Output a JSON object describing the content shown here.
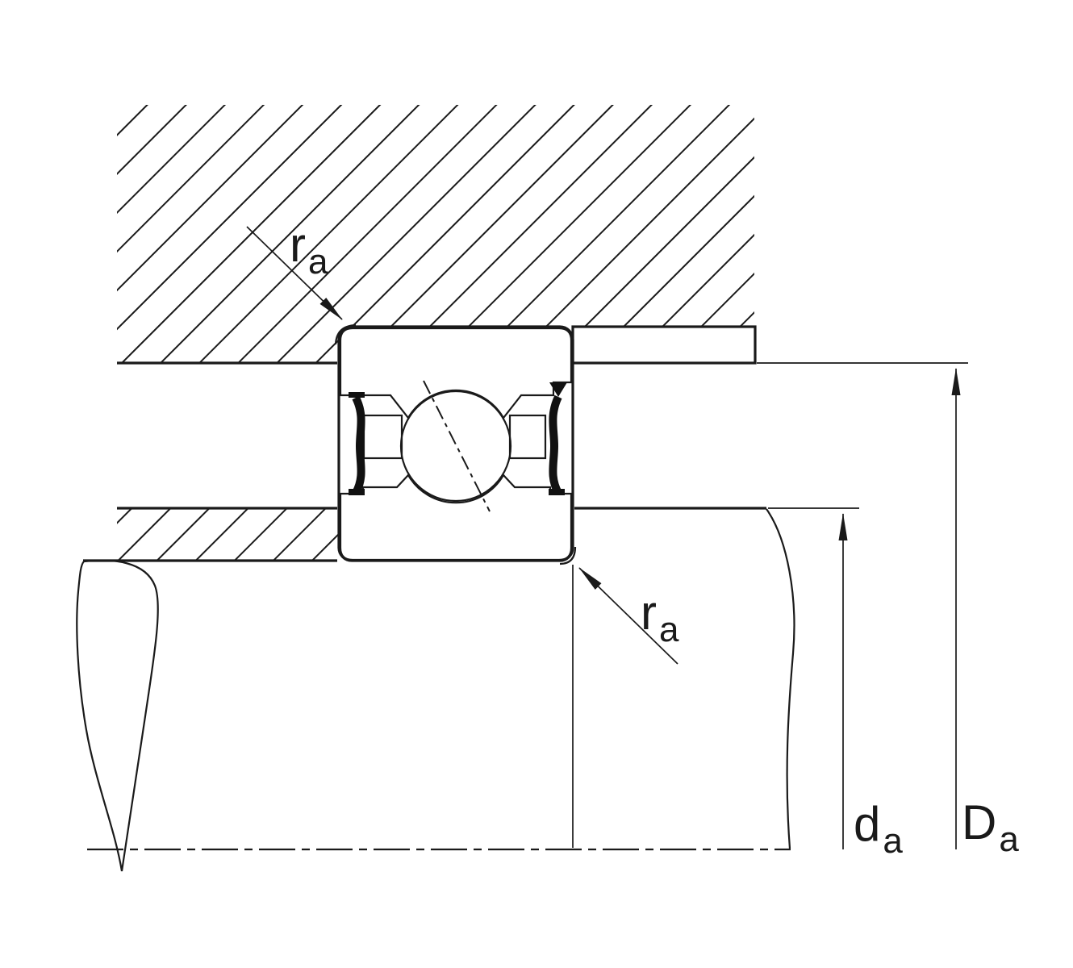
{
  "annotations": {
    "housing_fillet_radius": {
      "symbol": "r",
      "sub": "a"
    },
    "shaft_fillet_radius": {
      "symbol": "r",
      "sub": "a"
    },
    "shaft_abutment_diameter": {
      "symbol": "d",
      "sub": "a"
    },
    "housing_abutment_diameter": {
      "symbol": "D",
      "sub": "a"
    }
  },
  "colors": {
    "line": "#1a1a1a",
    "seal": "#111111",
    "background": "#ffffff"
  }
}
